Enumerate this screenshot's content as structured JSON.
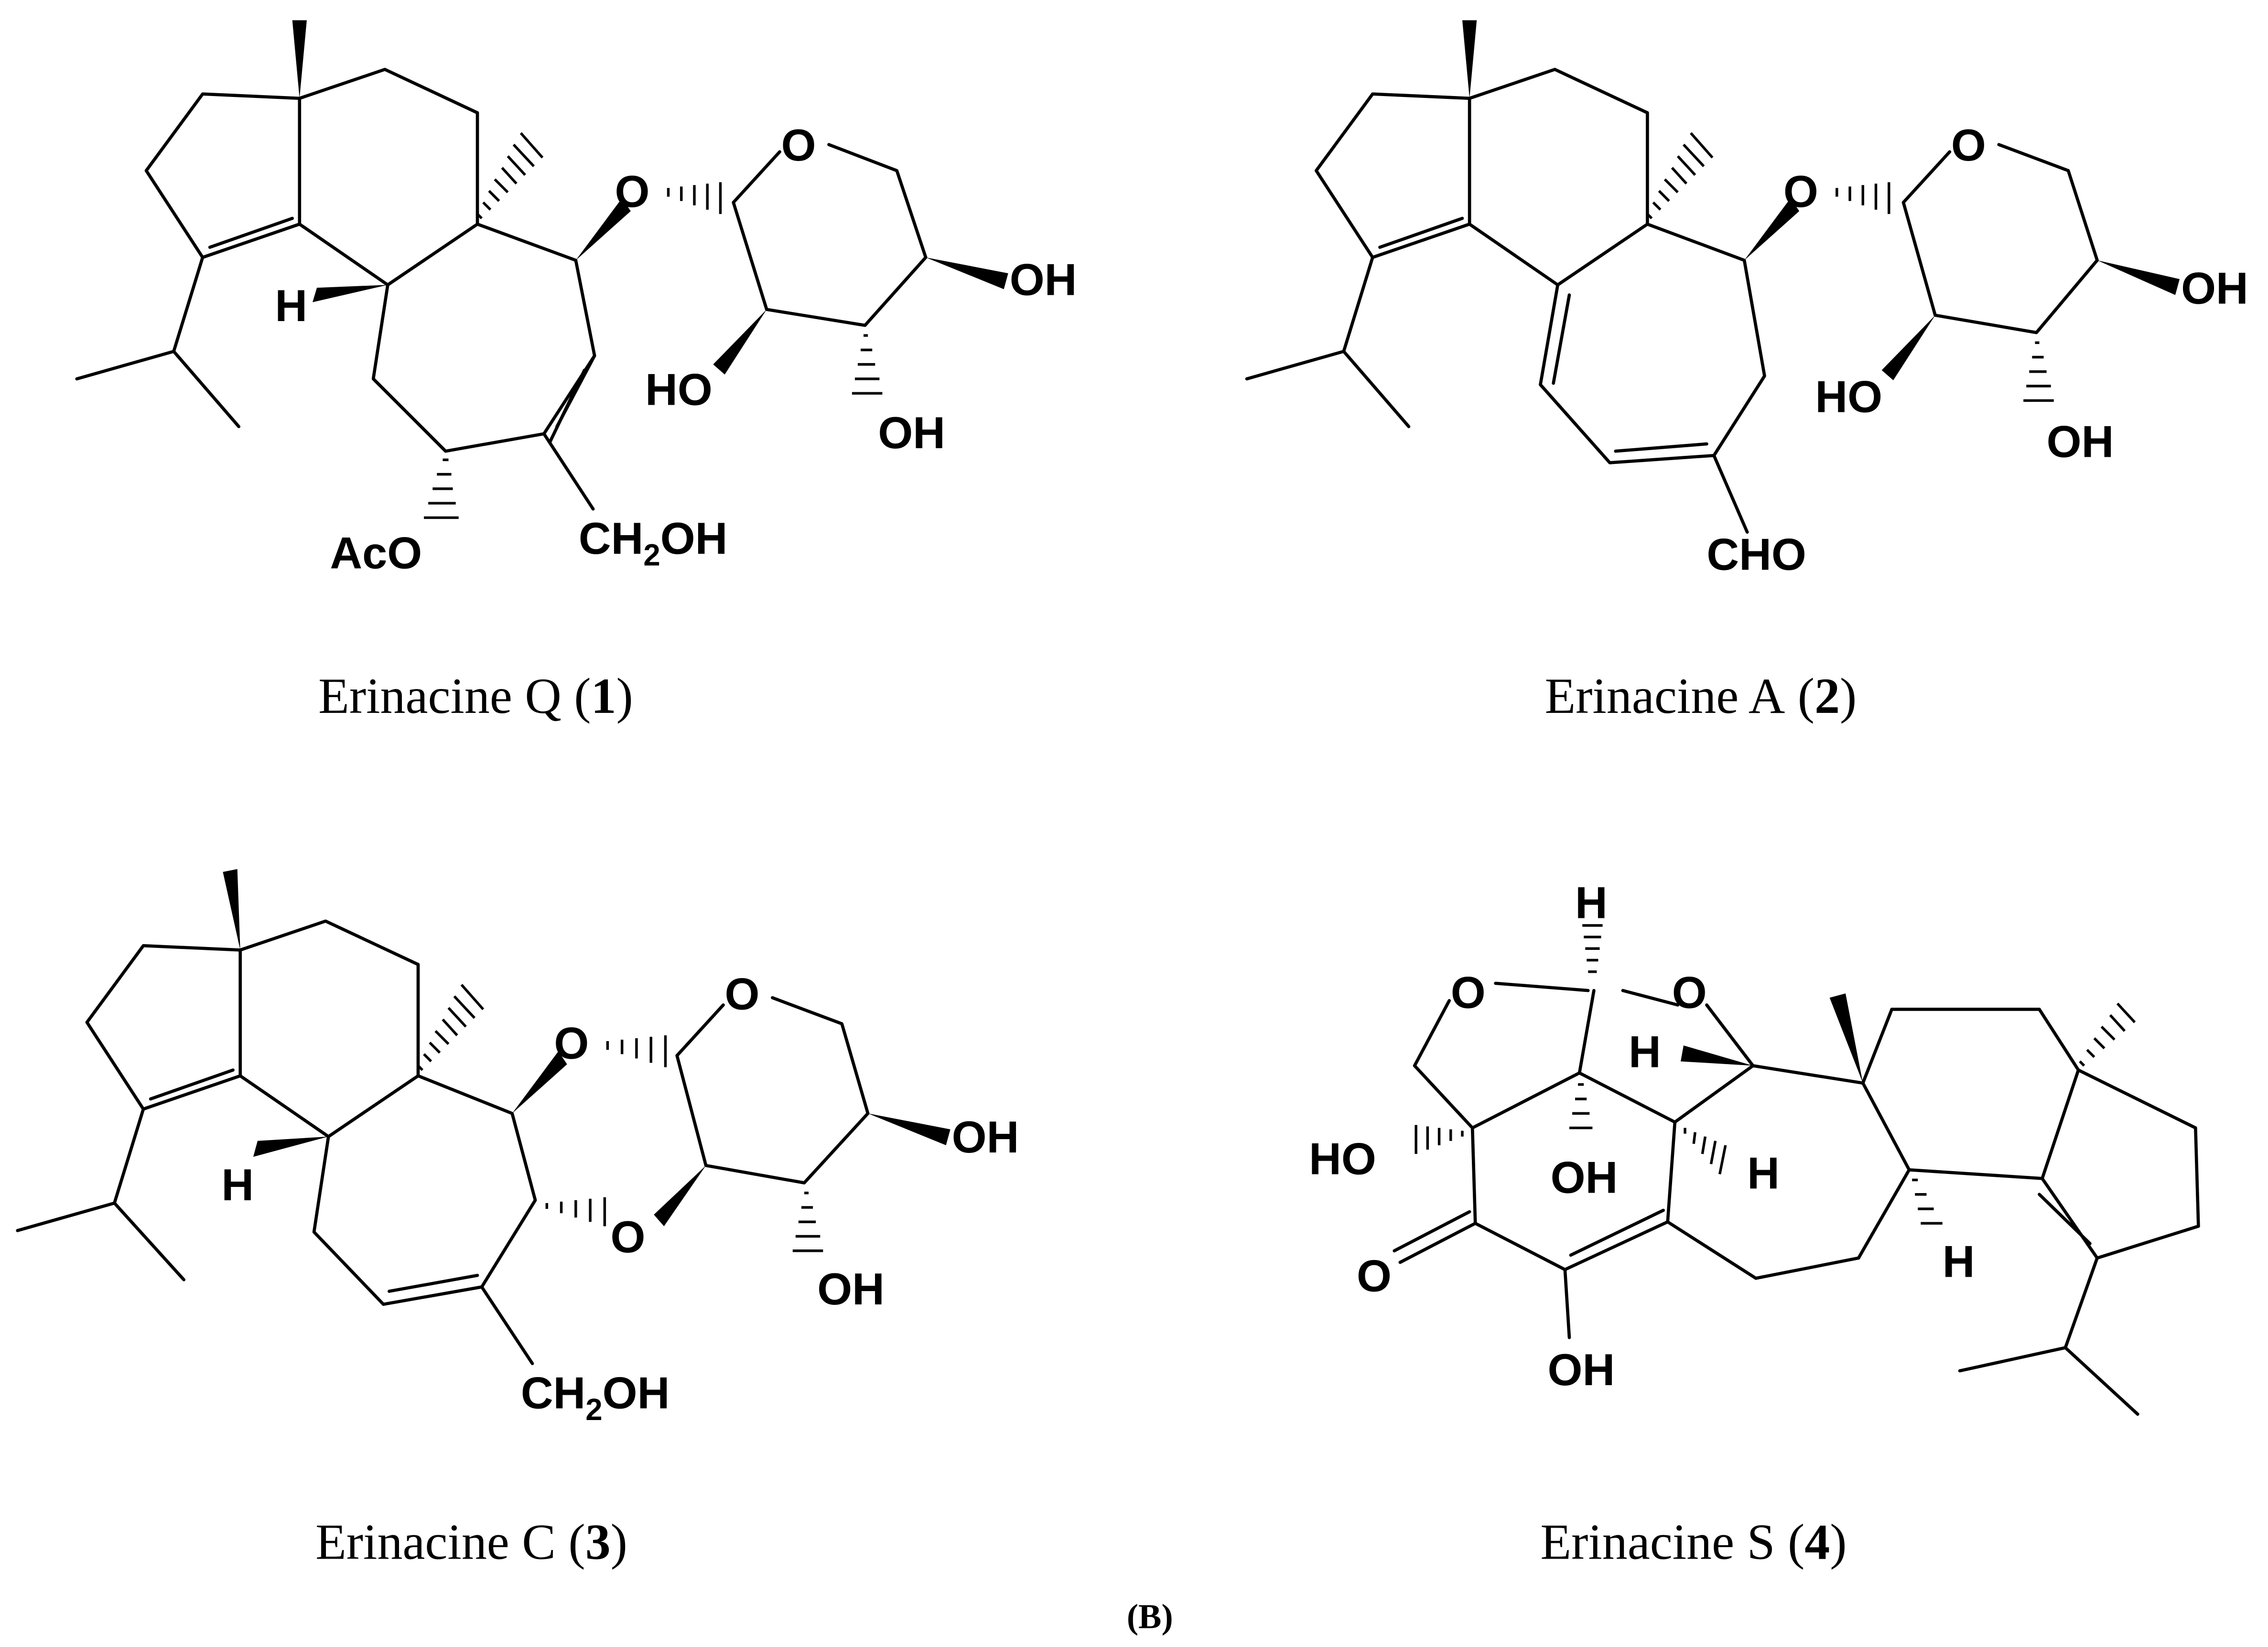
{
  "panel_label": "(B)",
  "compounds": [
    {
      "name": "Erinacine Q",
      "number": "1",
      "atom_labels": {
        "h": "H",
        "o_link": "O",
        "o_ring": "O",
        "oh1": "OH",
        "ho": "HO",
        "oh2": "OH",
        "aco": "AcO",
        "ch2oh_a": "CH",
        "ch2oh_sub": "2",
        "ch2oh_b": "OH"
      }
    },
    {
      "name": "Erinacine A",
      "number": "2",
      "atom_labels": {
        "o_link": "O",
        "o_ring": "O",
        "oh1": "OH",
        "ho": "HO",
        "oh2": "OH",
        "cho": "CHO"
      }
    },
    {
      "name": "Erinacine C",
      "number": "3",
      "atom_labels": {
        "h": "H",
        "o1": "O",
        "o_ring": "O",
        "o2": "O",
        "oh1": "OH",
        "oh2": "OH",
        "ch2oh_a": "CH",
        "ch2oh_sub": "2",
        "ch2oh_b": "OH"
      }
    },
    {
      "name": "Erinacine S",
      "number": "4",
      "atom_labels": {
        "h_top": "H",
        "o_left": "O",
        "o_right": "O",
        "h_left": "H",
        "ho": "HO",
        "oh_mid": "OH",
        "h_mid": "H",
        "h_bottom": "H",
        "o_keto": "O",
        "oh_bottom": "OH"
      }
    }
  ]
}
